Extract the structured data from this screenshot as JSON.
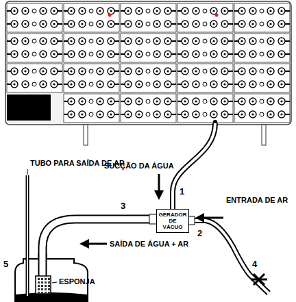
{
  "diagram": {
    "nodes": [
      {
        "text": [
          "GERADOR DE VÁCUO"
        ]
      }
    ],
    "labels": [
      "SUCÇÃO DA ÁGUA",
      "1",
      "3",
      "ENTRADA DE AR",
      "2",
      "SAÍDA DE ÁGUA + AR",
      "4",
      "TUBO PARA SAÍDA DE AR",
      "5",
      "ESPONJA"
    ]
  }
}
